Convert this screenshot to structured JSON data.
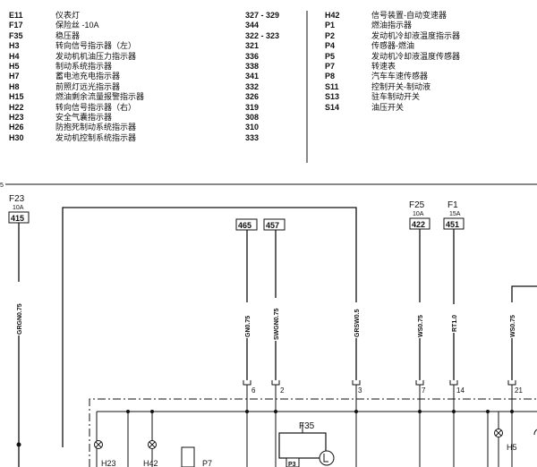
{
  "legend_left": [
    {
      "code": "E11",
      "desc": "仪表灯",
      "page": "327 - 329"
    },
    {
      "code": "F17",
      "desc": "保险丝 -10A",
      "page": "344"
    },
    {
      "code": "F35",
      "desc": "稳压器",
      "page": "322 - 323"
    },
    {
      "code": "H3",
      "desc": "转向信号指示器（左）",
      "page": "321"
    },
    {
      "code": "H4",
      "desc": "发动机机油压力指示器",
      "page": "336"
    },
    {
      "code": "H5",
      "desc": "制动系统指示器",
      "page": "338"
    },
    {
      "code": "H7",
      "desc": "蓄电池充电指示器",
      "page": "341"
    },
    {
      "code": "H8",
      "desc": "前照灯远光指示器",
      "page": "332"
    },
    {
      "code": "H15",
      "desc": "燃油剩余流量报警指示器",
      "page": "326"
    },
    {
      "code": "H22",
      "desc": "转向信号指示器（右）",
      "page": "319"
    },
    {
      "code": "H23",
      "desc": "安全气囊指示器",
      "page": "308"
    },
    {
      "code": "H26",
      "desc": "防抱死制动系统指示器",
      "page": "310"
    },
    {
      "code": "H30",
      "desc": "发动机控制系统指示器",
      "page": "333"
    }
  ],
  "legend_right": [
    {
      "code": "H42",
      "desc": "信号装置-自动变速器"
    },
    {
      "code": "P1",
      "desc": "燃油指示器"
    },
    {
      "code": "P2",
      "desc": "发动机冷却液温度指示器"
    },
    {
      "code": "P4",
      "desc": "传感器-燃油"
    },
    {
      "code": "P5",
      "desc": "发动机冷却液温度传感器"
    },
    {
      "code": "P7",
      "desc": "转速表"
    },
    {
      "code": "P8",
      "desc": "汽车车速传感器"
    },
    {
      "code": "S11",
      "desc": "控制开关-制动液"
    },
    {
      "code": "S13",
      "desc": "驻车制动开关"
    },
    {
      "code": "S14",
      "desc": "油压开关"
    }
  ],
  "diagram": {
    "margin_mark": "5",
    "fuse_f23": {
      "label": "F23",
      "rating": "10A",
      "circuit": "415"
    },
    "fuse_f25": {
      "label": "F25",
      "rating": "10A",
      "circuit": "422"
    },
    "fuse_f1": {
      "label": "F1",
      "rating": "15A",
      "circuit": "451"
    },
    "box_465": "465",
    "box_457": "457",
    "wires": {
      "grgn": "GRGN0.75",
      "gn": "GN0.75",
      "swgn": "SWGN0.75",
      "grsw": "GRSW0.5",
      "ws1": "WS0.75",
      "rt": "RT1.0",
      "ws2": "WS0.75"
    },
    "connectors": {
      "c6": "6",
      "c2": "2",
      "c3": "3",
      "c7": "7",
      "c14": "14",
      "c21": "21"
    },
    "components": {
      "f35": "F35",
      "h23": "H23",
      "h42": "H42",
      "p7": "P7",
      "h5": "H5",
      "p3": "P3"
    }
  }
}
